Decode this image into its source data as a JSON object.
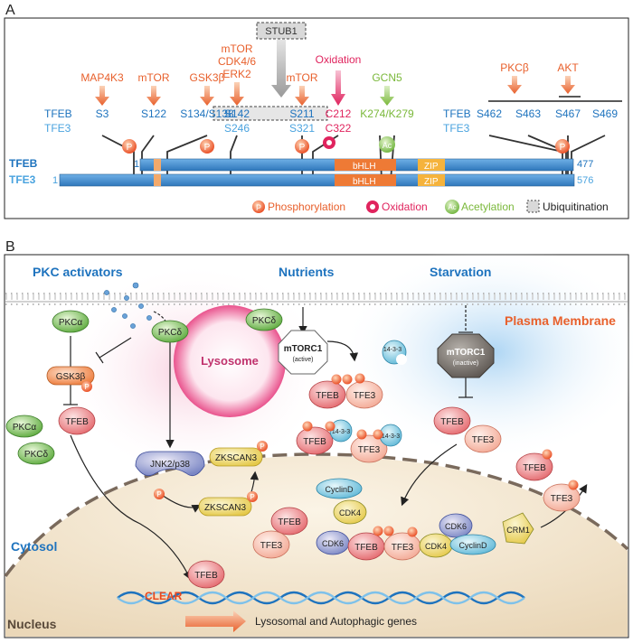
{
  "panel_a": {
    "label": "A",
    "stub1": "STUB1",
    "upstream_kinase_labels": [
      "MAP4K3",
      "mTOR",
      "GSK3β",
      "mTOR",
      "CDK4/6",
      "ERK2",
      "mTOR",
      "PKCβ",
      "AKT"
    ],
    "oxidation_label": "Oxidation",
    "gcn5_label": "GCN5",
    "tfeb_row_label": "TFEB",
    "tfe3_row_label": "TFE3",
    "tfeb_sites": [
      "S3",
      "S122",
      "S134/S138",
      "S142",
      "S211"
    ],
    "tfe3_sites": [
      "S246",
      "S321"
    ],
    "cys_sites": [
      "C212",
      "C322"
    ],
    "lys_sites": "K274/K279",
    "c_term_tfeb_sites": [
      "S462",
      "S463",
      "S467",
      "S469"
    ],
    "tfeb_bar_label": "TFEB",
    "tfe3_bar_label": "TFE3",
    "tfeb_start": "1",
    "tfe3_start": "1",
    "tfeb_end": "477",
    "tfe3_end": "576",
    "domain_bhlh": "bHLH",
    "domain_zip": "ZIP",
    "badge_p": "P",
    "badge_o": "O",
    "badge_ac": "Ac",
    "legend": {
      "phosphorylation": "Phosphorylation",
      "oxidation": "Oxidation",
      "acetylation": "Acetylation",
      "ubiquitination": "Ubiquitination"
    }
  },
  "panel_b": {
    "label": "B",
    "pkc_activators": "PKC activators",
    "nutrients": "Nutrients",
    "starvation": "Starvation",
    "plasma_membrane": "Plasma Membrane",
    "lysosome": "Lysosome",
    "cytosol": "Cytosol",
    "nucleus": "Nucleus",
    "clear": "CLEAR",
    "genes": "Lysosomal and Autophagic genes",
    "pkca": "PKCα",
    "pkcd": "PKCδ",
    "gsk3b": "GSK3β",
    "tfeb": "TFEB",
    "tfe3": "TFE3",
    "jnk": "JNK2/p38",
    "zkscan3": "ZKSCAN3",
    "mtorc1": "mTORC1",
    "active": "(active)",
    "inactive": "(inactive)",
    "p1433": "14-3-3",
    "cyclind": "CyclinD",
    "cdk4": "CDK4",
    "cdk6": "CDK6",
    "crm1": "CRM1",
    "p": "P"
  },
  "colors": {
    "kinase_orange": "#e8602c",
    "oxidation_pink": "#e0245e",
    "acetyl_green": "#7ab83a",
    "tfeb_blue": "#1e73be",
    "tfe3_lightblue": "#4aa3df",
    "bar_blue": "#3c86c8",
    "domain_orange": "#f0863a",
    "zip_yellow": "#f5b33c"
  }
}
